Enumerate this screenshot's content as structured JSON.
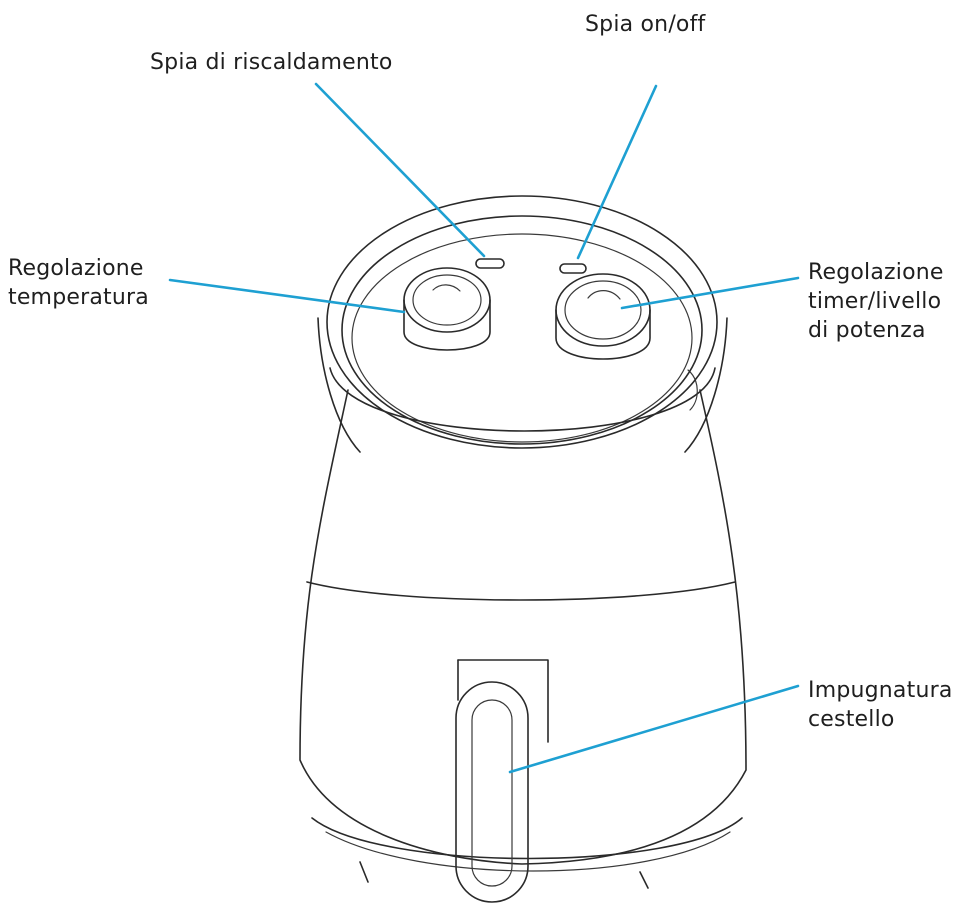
{
  "labels": {
    "heating_light": "Spia di riscaldamento",
    "power_light": "Spia on/off",
    "temperature_dial": [
      "Regolazione",
      "temperatura"
    ],
    "timer_dial": [
      "Regolazione",
      "timer/livello",
      "di potenza"
    ],
    "basket_handle": [
      "Impugnatura",
      "cestello"
    ]
  },
  "colors": {
    "leader": "#1ea0d2",
    "outline": "#2a2a2a"
  }
}
